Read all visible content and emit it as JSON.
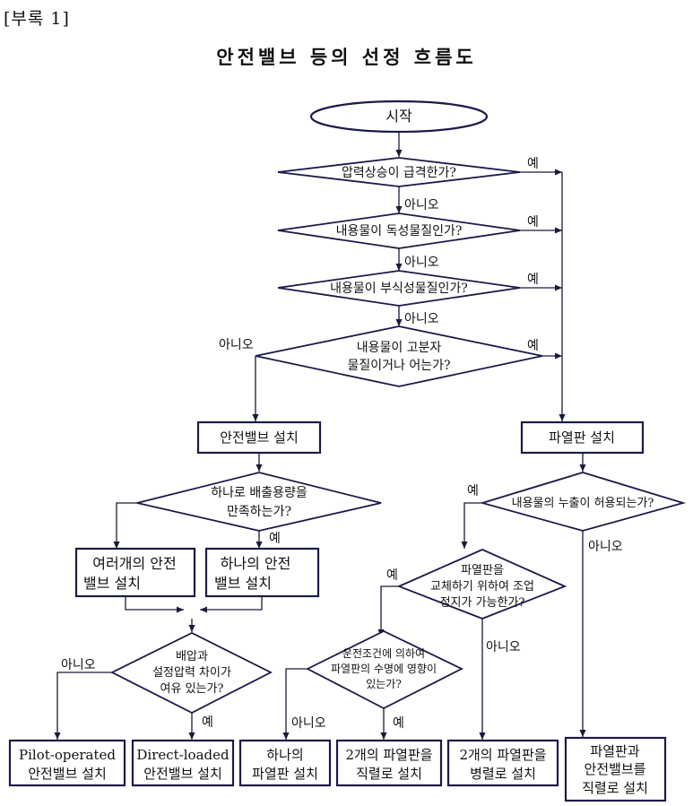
{
  "header": "[부록 1]",
  "title": "안전밸브 등의 선정 흐름도",
  "nodes": {
    "start": "시작",
    "q1": "압력상승이 급격한가?",
    "q2": "내용물이 독성물질인가?",
    "q3": "내용물이 부식성물질인가?",
    "q4_l1": "내용물이 고분자",
    "q4_l2": "물질이거나 어는가?",
    "valve": "안전밸브 설치",
    "rupture": "파열판 설치",
    "q5_l1": "하나로 배출용량을",
    "q5_l2": "만족하는가?",
    "multi_l1": "여러개의 안전",
    "multi_l2": "밸브 설치",
    "single_l1": "하나의 안전",
    "single_l2": "밸브 설치",
    "q6_l1": "배압과",
    "q6_l2": "설정압력 차이가",
    "q6_l3": "여유 있는가?",
    "pilot_l1": "Pilot-operated",
    "pilot_l2": "안전밸브 설치",
    "direct_l1": "Direct-loaded",
    "direct_l2": "안전밸브 설치",
    "q7": "내용물의 누출이 허용되는가?",
    "q8_l1": "파열판을",
    "q8_l2": "교체하기 위하여 조업",
    "q8_l3": "정지가 가능한가?",
    "q9_l1": "운전조건에 의하여",
    "q9_l2": "파열판의 수명에 영향이",
    "q9_l3": "있는가?",
    "one_rd_l1": "하나의",
    "one_rd_l2": "파열판 설치",
    "series_rd_l1": "2개의 파열판을",
    "series_rd_l2": "직렬로 설치",
    "parallel_rd_l1": "2개의 파열판을",
    "parallel_rd_l2": "병렬로 설치",
    "combo_l1": "파열판과",
    "combo_l2": "안전밸브를",
    "combo_l3": "직렬로 설치"
  },
  "labels": {
    "yes": "예",
    "no": "아니오"
  }
}
